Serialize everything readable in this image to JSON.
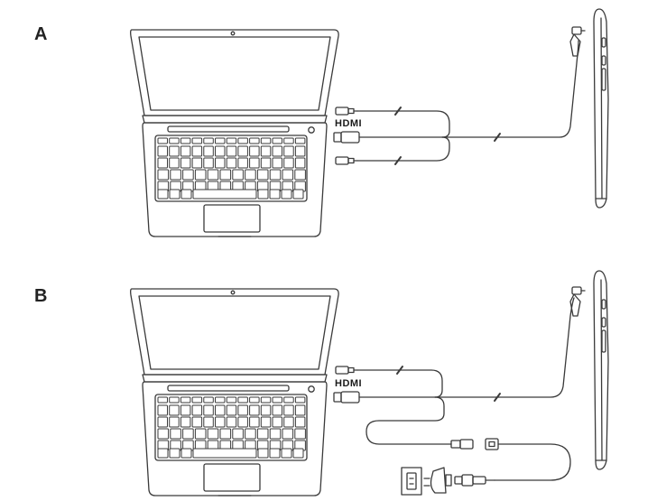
{
  "panels": [
    {
      "label": "A",
      "hdmi_label": "HDMI"
    },
    {
      "label": "B",
      "hdmi_label": "HDMI"
    }
  ],
  "colors": {
    "line": "#3a3a3a",
    "background": "#ffffff"
  }
}
